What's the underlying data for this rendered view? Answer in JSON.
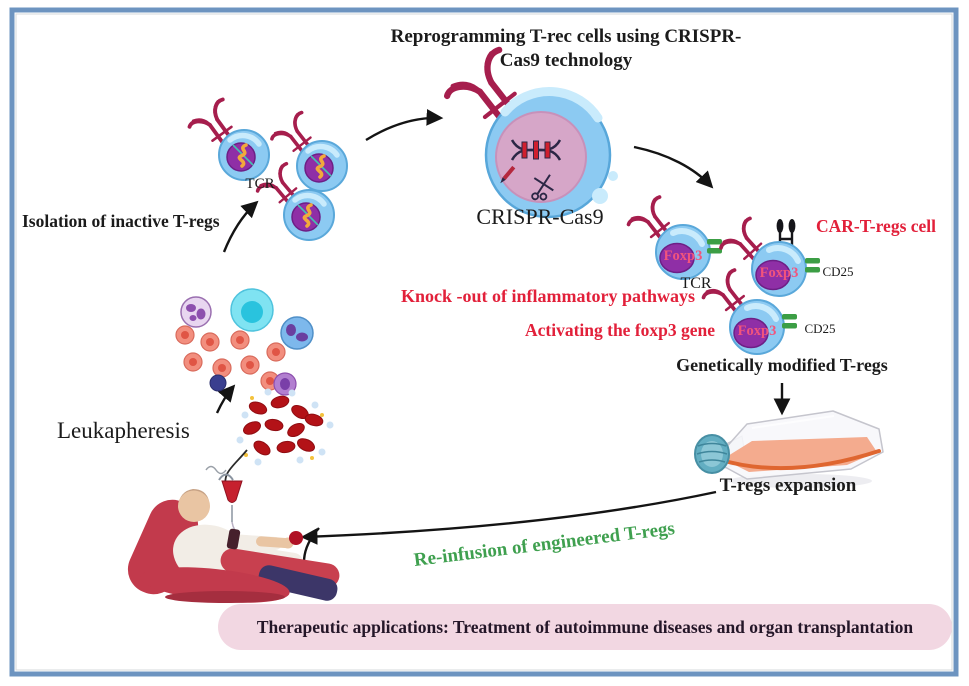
{
  "title": {
    "line1": "Reprogramming T-rec cells using CRISPR-",
    "line2": "Cas9 technology"
  },
  "stages": {
    "isolation_label": "Isolation of inactive T-regs",
    "tcr_label": "TCR",
    "crispr_label": "CRISPR-Cas9",
    "knockout_label": "Knock -out of inflammatory pathways",
    "activation_label": "Activating the foxp3 gene",
    "car_label": "CAR-T-regs cell",
    "modified_tcr_label": "TCR",
    "cd25_label_top": "CD25",
    "cd25_label_bottom": "CD25",
    "foxp3_label": "Foxp3",
    "modified_label": "Genetically modified T-regs",
    "expansion_label": "T-regs expansion",
    "leukapheresis_label": "Leukapheresis",
    "reinfusion_label": "Re-infusion of engineered T-regs",
    "therapeutic_label": "Therapeutic applications: Treatment of autoimmune diseases and organ transplantation"
  },
  "colors": {
    "frame_blue": "#6d94c0",
    "accent_red": "#e2203a",
    "accent_green": "#3fa04f",
    "banner_pink": "#f2d7e2",
    "cell_blue": "#8ccaf2",
    "nucleus_purple": "#8f2fa6",
    "receptor_maroon": "#a61e4d",
    "cd25_green": "#3c9e45",
    "chair_red": "#c23a4c"
  }
}
